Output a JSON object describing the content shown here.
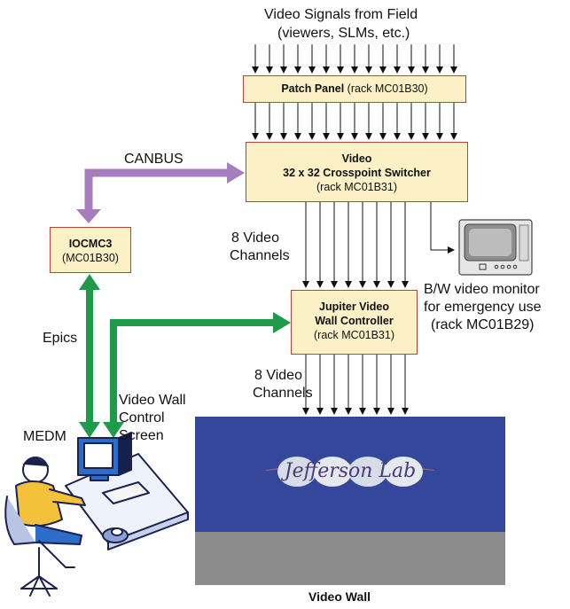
{
  "labels": {
    "video_signals_line1": "Video Signals from Field",
    "video_signals_line2": "(viewers, SLMs, etc.)",
    "canbus": "CANBUS",
    "eight_channels_1_line1": "8 Video",
    "eight_channels_1_line2": "Channels",
    "eight_channels_2_line1": "8 Video",
    "eight_channels_2_line2": "Channels",
    "epics": "Epics",
    "medm": "MEDM",
    "vw_control_line1": "Video Wall",
    "vw_control_line2": "Control",
    "vw_control_line3": "Screen",
    "monitor_line1": "B/W video monitor",
    "monitor_line2": "for emergency use",
    "monitor_line3": "(rack MC01B29)",
    "video_wall": "Video Wall",
    "logo": "Jefferson Lab"
  },
  "boxes": {
    "patch_panel": {
      "title": "Patch Panel",
      "sub": "(rack MC01B30)"
    },
    "switcher": {
      "title1": "Video",
      "title2": "32 x 32 Crosspoint Switcher",
      "sub": "(rack MC01B31)"
    },
    "iocmc3": {
      "title": "IOCMC3",
      "sub": "(MC01B30)"
    },
    "jupiter": {
      "title1": "Jupiter Video",
      "title2": "Wall Controller",
      "sub": "(rack MC01B31)"
    }
  },
  "colors": {
    "box_fill": "#fbf0c6",
    "box_border": "#b5443a",
    "canbus_arrow": "#a67dbd",
    "control_arrow": "#1f9a4b",
    "wall_blue": "#34479a",
    "wall_gray": "#8c8c8c"
  }
}
